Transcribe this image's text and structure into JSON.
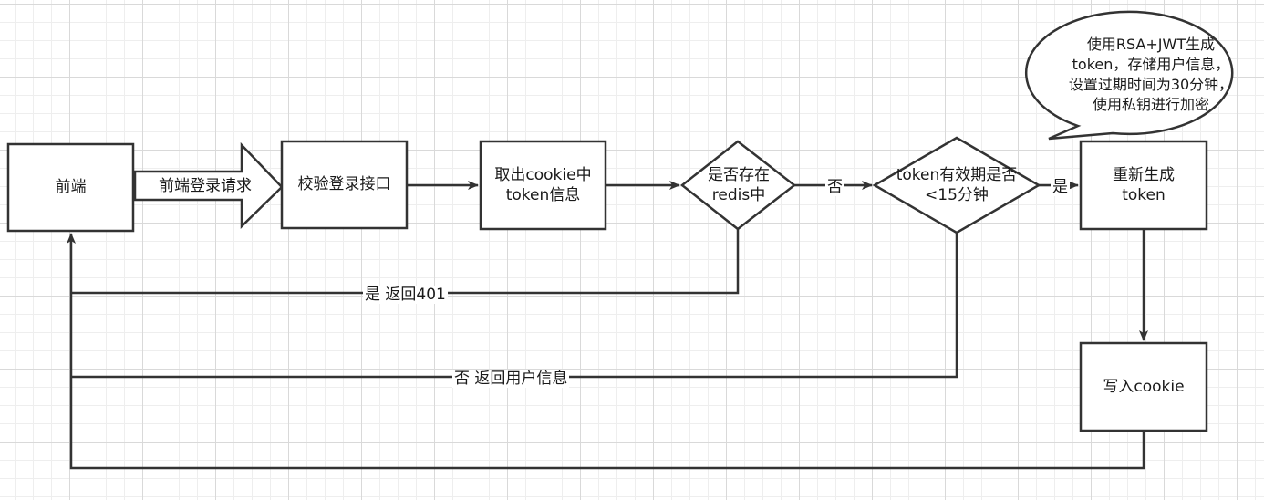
{
  "nodes": {
    "frontend": "前端",
    "login_check": "校验登录接口",
    "get_cookie_token": "取出cookie中\ntoken信息",
    "in_redis": "是否存在\nredis中",
    "token_validity": "token有效期是否\n<15分钟",
    "regenerate_token": "重新生成\ntoken",
    "write_cookie": "写入cookie"
  },
  "edges": {
    "login_request": "前端登录请求",
    "not_in_redis": "否",
    "validity_yes": "是",
    "return_401": "是 返回401",
    "return_user_info": "否 返回用户信息"
  },
  "callout": {
    "text": "使用RSA+JWT生成\ntoken，存储用户信息，\n设置过期时间为30分钟，\n使用私钥进行加密"
  },
  "colors": {
    "stroke": "#333333",
    "fill": "#ffffff"
  }
}
